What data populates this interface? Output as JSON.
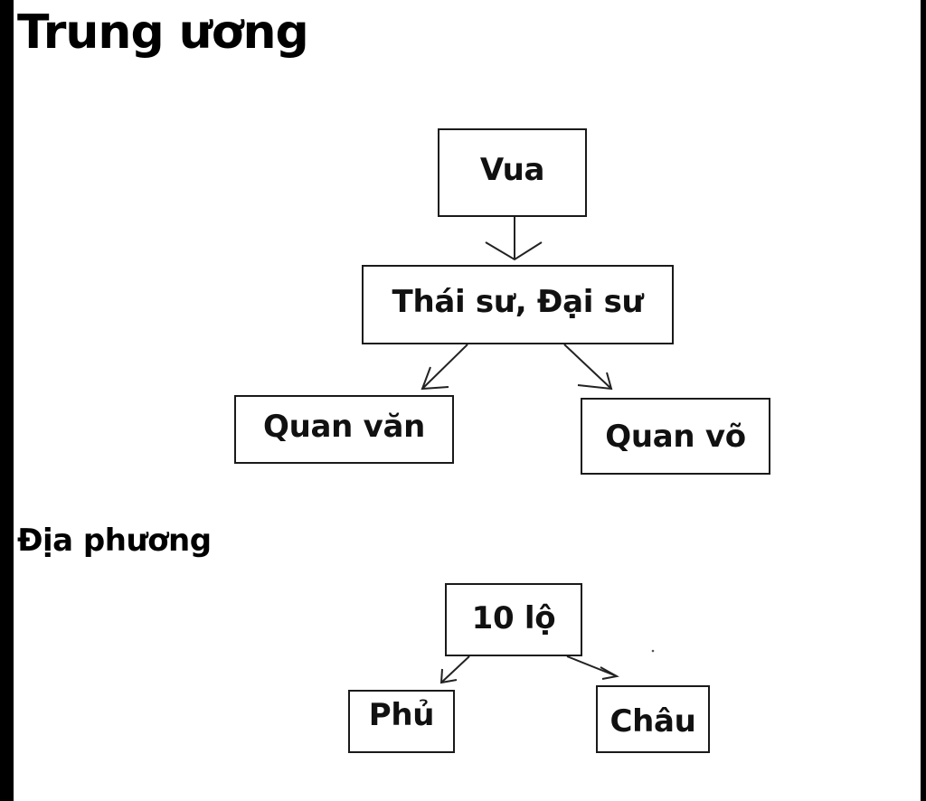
{
  "headings": {
    "central": "Trung ương",
    "local": "Địa phương"
  },
  "nodes": {
    "vua": "Vua",
    "thai_su": "Thái sư, Đại sư",
    "quan_van": "Quan văn",
    "quan_vo": "Quan võ",
    "muoi_lo": "10 lộ",
    "phu": "Phủ",
    "chau": "Châu"
  },
  "edges": [
    {
      "from": "vua",
      "to": "thai_su"
    },
    {
      "from": "thai_su",
      "to": "quan_van"
    },
    {
      "from": "thai_su",
      "to": "quan_vo"
    },
    {
      "from": "muoi_lo",
      "to": "phu"
    },
    {
      "from": "muoi_lo",
      "to": "chau"
    }
  ],
  "colors": {
    "background": "#ffffff",
    "frame": "#000000",
    "border": "#1a1a1a",
    "text": "#111111"
  }
}
